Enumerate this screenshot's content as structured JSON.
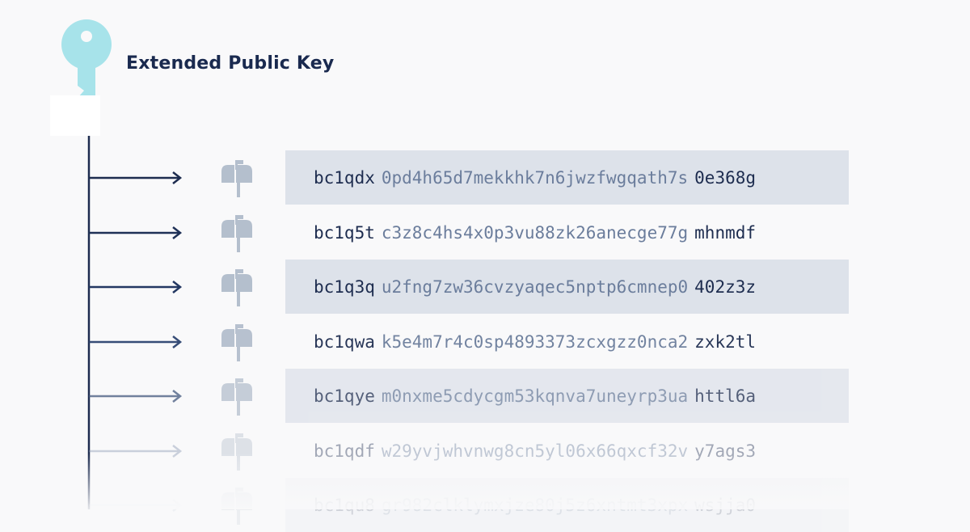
{
  "title": "Extended Public Key",
  "colors": {
    "key": "#a7e3ea",
    "ink": "#1d2c4f",
    "muted": "#6b7d9c",
    "band": "#dde2ea",
    "mailbox": "#b4bfcd",
    "background": "#f9f9fa"
  },
  "addresses": [
    {
      "prefix": "bc1qdx",
      "middle": "0pd4h65d7mekkhk7n6jwzfwgqath7s",
      "suffix": "0e368g",
      "shaded": true
    },
    {
      "prefix": "bc1q5t",
      "middle": "c3z8c4hs4x0p3vu88zk26anecge77g",
      "suffix": "mhnmdf",
      "shaded": false
    },
    {
      "prefix": "bc1q3q",
      "middle": "u2fng7zw36cvzyaqec5nptp6cmnep0",
      "suffix": "402z3z",
      "shaded": true
    },
    {
      "prefix": "bc1qwa",
      "middle": "k5e4m7r4c0sp4893373zcxgzz0nca2",
      "suffix": "zxk2tl",
      "shaded": false
    },
    {
      "prefix": "bc1qye",
      "middle": "m0nxme5cdycgm53kqnva7uneyrp3ua",
      "suffix": "httl6a",
      "shaded": true
    },
    {
      "prefix": "bc1qdf",
      "middle": "w29yvjwhvnwg8cn5yl06x66qxcf32v",
      "suffix": "y7ags3",
      "shaded": false
    },
    {
      "prefix": "bc1qu8",
      "middle": "gr982clklymxjze80j5z6xntmt3xpx",
      "suffix": "wsjja0",
      "shaded": true
    }
  ]
}
